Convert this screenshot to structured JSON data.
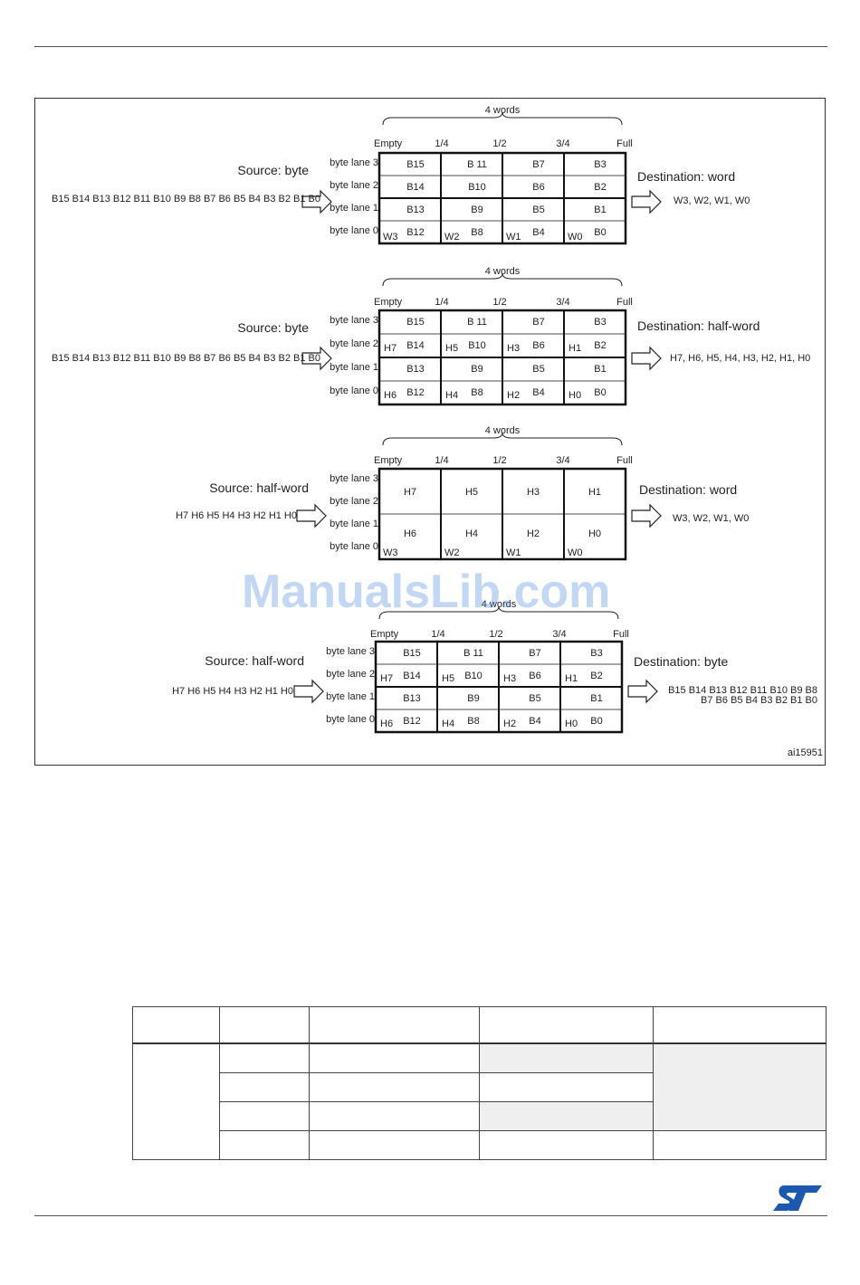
{
  "frame_id": "ai15951",
  "watermark": "ManualsLib.com",
  "panels": [
    {
      "span_label": "4 words",
      "levels": [
        "Empty",
        "1/4",
        "1/2",
        "3/4",
        "Full"
      ],
      "lane_labels": [
        "byte lane 3",
        "byte lane 2",
        "byte lane 1",
        "byte lane 0"
      ],
      "source_title": "Source: byte",
      "source_seq": [
        "B15 B14 B13 B12 B11 B10 B9 B8 B7 B6 B5 B4 B3 B2 B1 B0"
      ],
      "dest_title": "Destination: word",
      "dest_seq": [
        "W3, W2, W1, W0"
      ],
      "layout": "byte",
      "cells": [
        [
          "B15",
          "B14",
          "B13",
          "B12"
        ],
        [
          "B 11",
          "B10",
          "B9",
          "B8"
        ],
        [
          "B7",
          "B6",
          "B5",
          "B4"
        ],
        [
          "B3",
          "B2",
          "B1",
          "B0"
        ]
      ],
      "half_tags": [],
      "word_tags": [
        "W3",
        "W2",
        "W1",
        "W0"
      ]
    },
    {
      "span_label": "4 words",
      "levels": [
        "Empty",
        "1/4",
        "1/2",
        "3/4",
        "Full"
      ],
      "lane_labels": [
        "byte lane 3",
        "byte lane 2",
        "byte lane 1",
        "byte lane 0"
      ],
      "source_title": "Source: byte",
      "source_seq": [
        "B15 B14 B13 B12 B11 B10 B9 B8 B7 B6 B5 B4 B3 B2 B1 B0"
      ],
      "dest_title": "Destination: half-word",
      "dest_seq": [
        "H7, H6, H5, H4, H3, H2, H1, H0"
      ],
      "layout": "byte",
      "cells": [
        [
          "B15",
          "B14",
          "B13",
          "B12"
        ],
        [
          "B 11",
          "B10",
          "B9",
          "B8"
        ],
        [
          "B7",
          "B6",
          "B5",
          "B4"
        ],
        [
          "B3",
          "B2",
          "B1",
          "B0"
        ]
      ],
      "half_tags": [
        [
          "H7",
          "H6"
        ],
        [
          "H5",
          "H4"
        ],
        [
          "H3",
          "H2"
        ],
        [
          "H1",
          "H0"
        ]
      ],
      "word_tags": []
    },
    {
      "span_label": "4 words",
      "levels": [
        "Empty",
        "1/4",
        "1/2",
        "3/4",
        "Full"
      ],
      "lane_labels": [
        "byte lane 3",
        "byte lane 2",
        "byte lane 1",
        "byte lane 0"
      ],
      "source_title": "Source: half-word",
      "source_seq": [
        "H7 H6 H5 H4 H3 H2 H1 H0"
      ],
      "dest_title": "Destination: word",
      "dest_seq": [
        "W3, W2, W1, W0"
      ],
      "layout": "half",
      "cells": [
        [
          "H7",
          "H6"
        ],
        [
          "H5",
          "H4"
        ],
        [
          "H3",
          "H2"
        ],
        [
          "H1",
          "H0"
        ]
      ],
      "half_tags": [],
      "word_tags": [
        "W3",
        "W2",
        "W1",
        "W0"
      ]
    },
    {
      "span_label": "4 words",
      "levels": [
        "Empty",
        "1/4",
        "1/2",
        "3/4",
        "Full"
      ],
      "lane_labels": [
        "byte lane 3",
        "byte lane 2",
        "byte lane 1",
        "byte lane 0"
      ],
      "source_title": "Source: half-word",
      "source_seq": [
        "H7 H6 H5 H4 H3 H2 H1 H0"
      ],
      "dest_title": "Destination: byte",
      "dest_seq": [
        "B15 B14 B13 B12 B11 B10 B9 B8",
        "B7 B6 B5 B4 B3 B2 B1 B0"
      ],
      "layout": "byte",
      "cells": [
        [
          "B15",
          "B14",
          "B13",
          "B12"
        ],
        [
          "B 11",
          "B10",
          "B9",
          "B8"
        ],
        [
          "B7",
          "B6",
          "B5",
          "B4"
        ],
        [
          "B3",
          "B2",
          "B1",
          "B0"
        ]
      ],
      "half_tags": [
        [
          "H7",
          "H6"
        ],
        [
          "H5",
          "H4"
        ],
        [
          "H3",
          "H2"
        ],
        [
          "H1",
          "H0"
        ]
      ],
      "word_tags": []
    }
  ]
}
